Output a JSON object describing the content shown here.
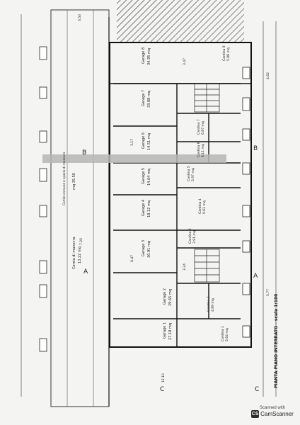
{
  "title": "PIANTA PIANO INTERRATO - scala 1:100",
  "rooms": [
    {
      "name": "Garage 8",
      "area": "34.95 mq"
    },
    {
      "name": "Garage 7",
      "area": "33.88 mq"
    },
    {
      "name": "Garage 6",
      "area": "14.51 mq"
    },
    {
      "name": "Garage 5",
      "area": "14.64 mq"
    },
    {
      "name": "Garage 4",
      "area": "18.12 mq"
    },
    {
      "name": "Garage 3",
      "area": "30.91 mq"
    },
    {
      "name": "Garage 2",
      "area": "29.65 mq"
    },
    {
      "name": "Garage 1",
      "area": "27.18 mq"
    },
    {
      "name": "Cantina 8",
      "area": "5.88 mq"
    },
    {
      "name": "Cantina 7",
      "area": "6.87 mq"
    },
    {
      "name": "Cantina 6",
      "area": "6.11 mq"
    },
    {
      "name": "Cantina 5",
      "area": "5.97 mq"
    },
    {
      "name": "Cantina 4",
      "area": "9.61 mq"
    },
    {
      "name": "Cantina 3",
      "area": "3.91 mq"
    },
    {
      "name": "Cantina 2",
      "area": "4.89 mq"
    },
    {
      "name": "Cantina 1",
      "area": "5.64 mq"
    }
  ],
  "corsia": {
    "name": "Corsia di manovra",
    "area": "13.22 mq"
  },
  "cortile": {
    "name": "Cortile comune e spazio di manovra",
    "area": "mq 35.50"
  },
  "section_marks": [
    "A",
    "A",
    "B",
    "B",
    "C",
    "C"
  ],
  "dimensions": [
    "3.50",
    "4.62",
    "7.20",
    "3.17",
    "3.47",
    "6.47",
    "3.24",
    "12.10",
    "5.77"
  ],
  "watermark": {
    "top": "Scanned with",
    "name": "CamScanner",
    "logo": "CS"
  }
}
